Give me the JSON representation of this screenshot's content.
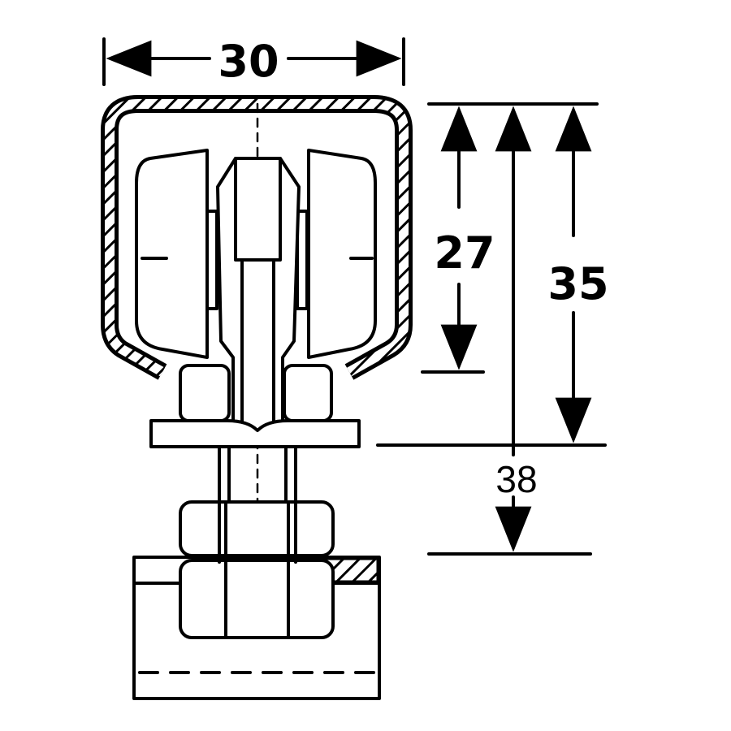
{
  "dimensions": {
    "width_label": "30",
    "height_27_label": "27",
    "height_35_label": "35",
    "height_38_label": "38"
  },
  "colors": {
    "ink": "#000000",
    "paper": "#ffffff"
  }
}
